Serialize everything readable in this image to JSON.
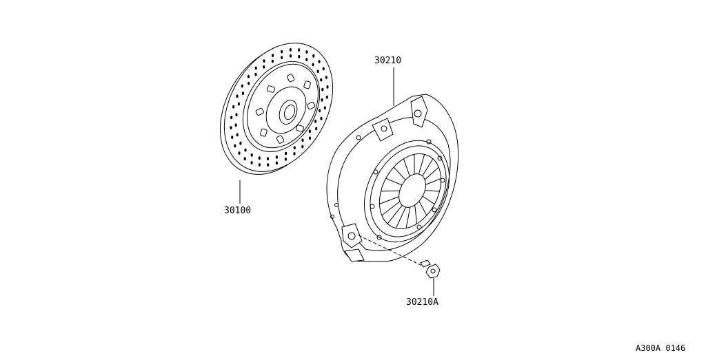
{
  "parts": {
    "clutch_disc": {
      "number": "30100"
    },
    "clutch_cover": {
      "number": "30210"
    },
    "bolt": {
      "number": "30210A"
    }
  },
  "diagram_code": "A300A 0146",
  "colors": {
    "line": "#000000",
    "background": "#ffffff"
  }
}
